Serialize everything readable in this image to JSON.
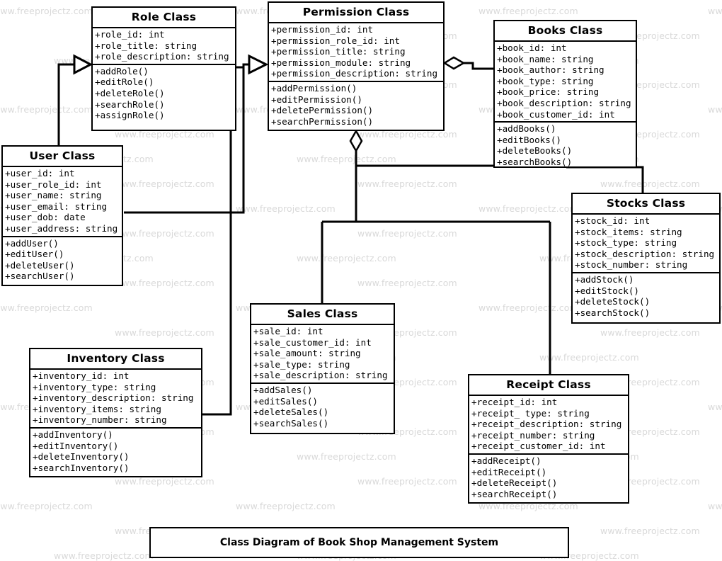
{
  "diagram": {
    "caption": "Class Diagram of Book Shop Management System",
    "watermark_text": "www.freeprojectz.com",
    "line_color": "#000000",
    "background": "#ffffff"
  },
  "classes": [
    {
      "id": "role",
      "title": "Role Class",
      "attributes": [
        "+role_id: int",
        "+role_title: string",
        "+role_description: string"
      ],
      "operations": [
        "+addRole()",
        "+editRole()",
        "+deleteRole()",
        "+searchRole()",
        "+assignRole()"
      ]
    },
    {
      "id": "permission",
      "title": "Permission Class",
      "attributes": [
        "+permission_id: int",
        "+permission_role_id: int",
        "+permission_title: string",
        "+permission_module: string",
        "+permission_description: string"
      ],
      "operations": [
        "+addPermission()",
        "+editPermission()",
        "+deletePermission()",
        "+searchPermission()"
      ]
    },
    {
      "id": "books",
      "title": "Books Class",
      "attributes": [
        "+book_id: int",
        "+book_name: string",
        "+book_author: string",
        "+book_type: string",
        "+book_price: string",
        "+book_description: string",
        "+book_customer_id: int"
      ],
      "operations": [
        "+addBooks()",
        "+editBooks()",
        "+deleteBooks()",
        "+searchBooks()"
      ]
    },
    {
      "id": "user",
      "title": "User Class",
      "attributes": [
        "+user_id: int",
        "+user_role_id: int",
        "+user_name: string",
        "+user_email: string",
        "+user_dob: date",
        "+user_address: string"
      ],
      "operations": [
        "+addUser()",
        "+editUser()",
        "+deleteUser()",
        "+searchUser()"
      ]
    },
    {
      "id": "stocks",
      "title": "Stocks Class",
      "attributes": [
        "+stock_id: int",
        "+stock_items: string",
        "+stock_type: string",
        "+stock_description: string",
        "+stock_number: string"
      ],
      "operations": [
        "+addStock()",
        "+editStock()",
        "+deleteStock()",
        "+searchStock()"
      ]
    },
    {
      "id": "sales",
      "title": "Sales Class",
      "attributes": [
        "+sale_id: int",
        "+sale_customer_id: int",
        "+sale_amount: string",
        "+sale_type: string",
        "+sale_description: string"
      ],
      "operations": [
        "+addSales()",
        "+editSales()",
        "+deleteSales()",
        "+searchSales()"
      ]
    },
    {
      "id": "inventory",
      "title": "Inventory Class",
      "attributes": [
        "+inventory_id: int",
        "+inventory_type: string",
        "+inventory_description: string",
        "+inventory_items: string",
        "+inventory_number: string"
      ],
      "operations": [
        "+addInventory()",
        "+editInventory()",
        "+deleteInventory()",
        "+searchInventory()"
      ]
    },
    {
      "id": "receipt",
      "title": "Receipt Class",
      "attributes": [
        "+receipt_id: int",
        "+receipt_ type: string",
        "+receipt_description: string",
        "+receipt_number: string",
        "+receipt_customer_id: int"
      ],
      "operations": [
        "+addReceipt()",
        "+editReceipt()",
        "+deleteReceipt()",
        "+searchReceipt()"
      ]
    }
  ],
  "relationships": [
    {
      "from": "user",
      "to": "role",
      "type": "generalization"
    },
    {
      "from": "role",
      "to": "permission",
      "type": "generalization"
    },
    {
      "from": "permission",
      "to": "books",
      "type": "aggregation"
    },
    {
      "from": "permission",
      "to": "sales",
      "type": "aggregation"
    },
    {
      "from": "permission",
      "to": "receipt",
      "type": "aggregation"
    },
    {
      "from": "books",
      "to": "stocks",
      "type": "association"
    },
    {
      "from": "user",
      "to": "inventory",
      "type": "association"
    }
  ]
}
